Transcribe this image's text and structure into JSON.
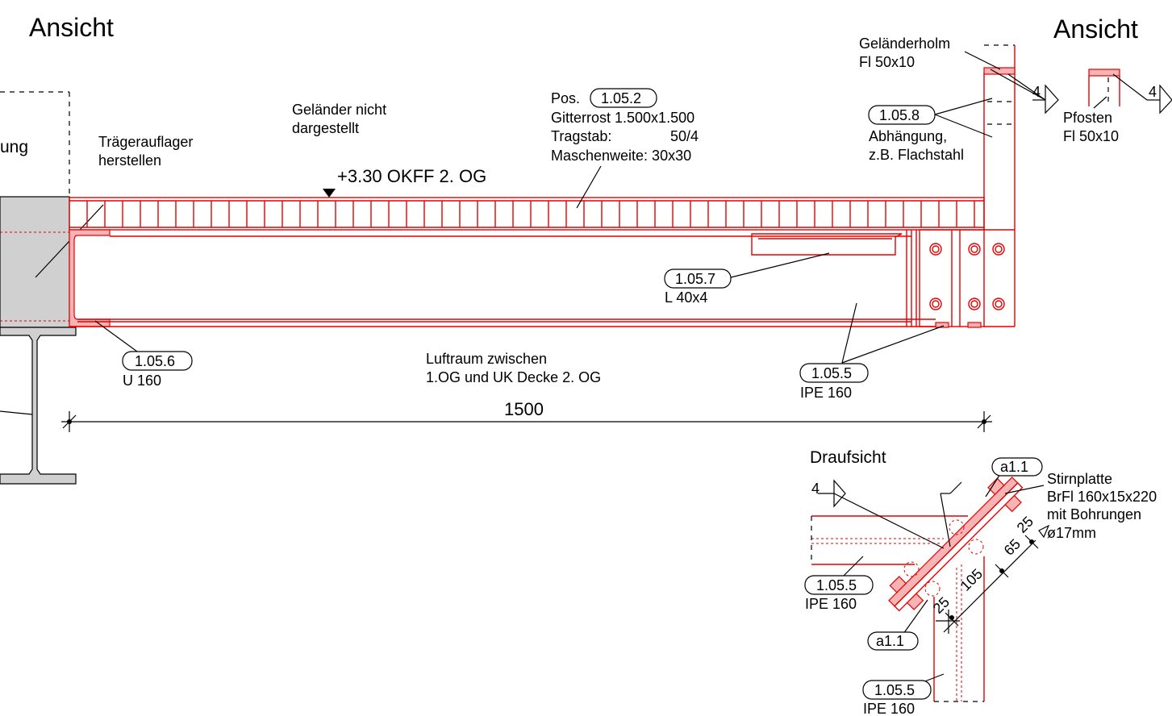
{
  "titles": {
    "ansicht_left": "Ansicht",
    "ansicht_right": "Ansicht",
    "draufsicht": "Draufsicht"
  },
  "labels": {
    "left_partial": "ung",
    "traegerauflager": [
      "Trägerauflager",
      "herstellen"
    ],
    "gelaender": [
      "Geländer nicht",
      "dargestellt"
    ],
    "level": "+3.30 OKFF 2. OG",
    "pos_prefix": "Pos.",
    "pos_1052": "1.05.2",
    "gitterrost": [
      "Gitterrost 1.500x1.500",
      "Tragstab:",
      "50/4",
      "Maschenweite: 30x30"
    ],
    "gelaenderholm": [
      "Geländerholm",
      "Fl 50x10"
    ],
    "pos_1058": "1.05.8",
    "abhaengung": [
      "Abhängung,",
      "z.B. Flachstahl"
    ],
    "pfosten": [
      "Pfosten",
      "Fl 50x10"
    ],
    "weld_4": "4",
    "pos_1057": "1.05.7",
    "l40x4": "L 40x4",
    "pos_1056": "1.05.6",
    "u160": "U 160",
    "luftraum": [
      "Luftraum zwischen",
      "1.OG und UK Decke 2. OG"
    ],
    "pos_1055": "1.05.5",
    "ipe160": "IPE 160",
    "dim_1500": "1500",
    "a11": "a1.1",
    "stirnplatte": [
      "Stirnplatte",
      "BrFl 160x15x220",
      "mit Bohrungen",
      "ø17mm"
    ],
    "dims_plan": [
      "25",
      "105",
      "65",
      "25"
    ]
  }
}
